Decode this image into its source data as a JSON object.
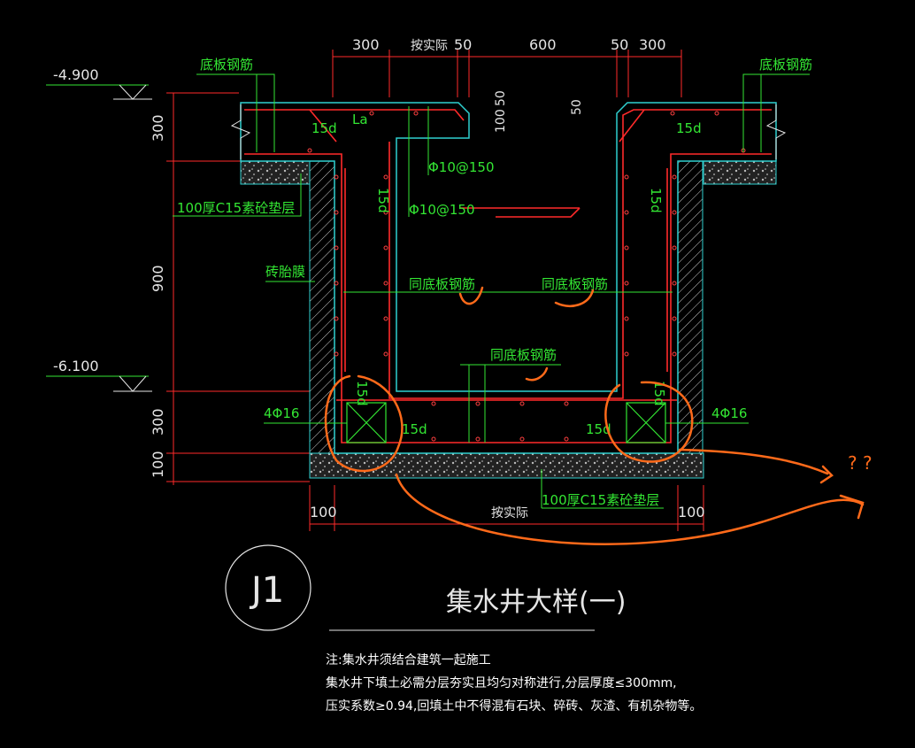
{
  "top_dims": [
    "300",
    "按实际",
    "50",
    "600",
    "50",
    "300"
  ],
  "left_dims": [
    "300",
    "900",
    "300",
    "100"
  ],
  "bottom_dims": [
    "100",
    "按实际",
    "100"
  ],
  "elevations": [
    "-4.900",
    "-6.100"
  ],
  "labels": {
    "bottom_rebar_left": "底板钢筋",
    "bottom_rebar_right": "底板钢筋",
    "bedding_left": "100厚C15素砼垫层",
    "brick_mold": "砖胎膜",
    "rebar_phi10_a": "Φ10@150",
    "rebar_phi10_b": "Φ10@150",
    "same_rebar_1": "同底板钢筋",
    "same_rebar_2": "同底板钢筋",
    "same_rebar_3": "同底板钢筋",
    "four_phi16_left": "4Φ16",
    "four_phi16_right": "4Φ16",
    "bedding_bottom": "100厚C15素砼垫层",
    "la": "La",
    "d15_a": "15d",
    "d15_b": "15d",
    "d15_c": "15d",
    "d15_d": "15d",
    "d15_e": "15d",
    "d15_f": "15d",
    "d15_g": "15d",
    "d15_h": "15d",
    "dim_100": "100",
    "dim_50a": "50",
    "dim_50b": "50",
    "question": "? ?"
  },
  "title": {
    "badge": "J1",
    "text": "集水井大样(一)"
  },
  "notes": [
    "注:集水井须结合建筑一起施工",
    "集水井下填土必需分层夯实且均匀对称进行,分层厚度≤300mm,",
    "压实系数≥0.94,回填土中不得混有石块、碎砖、灰渣、有机杂物等。"
  ],
  "colors": {
    "rebar": "#ff2a2a",
    "outline": "#2fd0d0",
    "label": "#33e633",
    "annotation": "#ff6a1a",
    "dim_line": "#ff2a2a"
  }
}
